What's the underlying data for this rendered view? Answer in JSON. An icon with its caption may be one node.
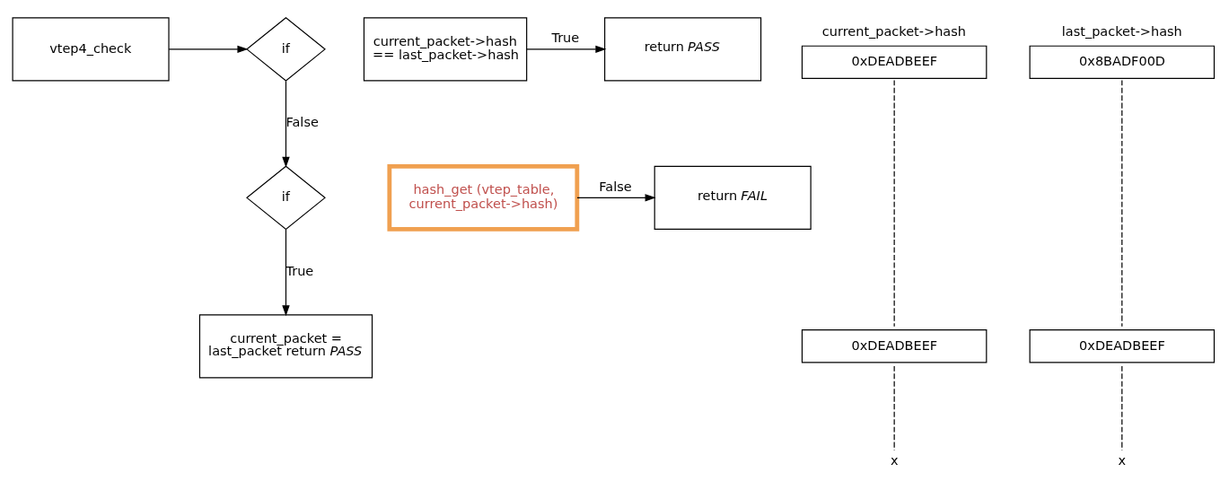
{
  "diagram": {
    "nodes": [
      {
        "text": [
          "vtep4_check"
        ]
      },
      {
        "text": [
          "if"
        ]
      },
      {
        "text": [
          "current_packet->hash == last_packet->hash"
        ]
      },
      {
        "text": [
          "return *PASS*"
        ]
      },
      {
        "text": [
          "if"
        ]
      },
      {
        "text": [
          "hash_get (vtep_table, current_packet->hash)"
        ]
      },
      {
        "text": [
          "return *FAIL*"
        ]
      },
      {
        "text": [
          "current_packet = last_packet return *PASS*"
        ]
      },
      {
        "text": [
          "current_packet->hash",
          "0xDEADBEEF"
        ]
      },
      {
        "text": [
          "last_packet->hash",
          "0x8BADF00D"
        ]
      },
      {
        "text": [
          "0xDEADBEEF"
        ]
      },
      {
        "text": [
          "0xDEADBEEF"
        ]
      },
      {
        "text": [
          "x"
        ]
      },
      {
        "text": [
          "x"
        ]
      }
    ],
    "edges": [
      {
        "from": 0,
        "to": 1,
        "arrow": "to"
      },
      {
        "from": 2,
        "to": 3,
        "arrow": "to",
        "label": "True"
      },
      {
        "from": 1,
        "to": 4,
        "arrow": "to",
        "label": "False"
      },
      {
        "from": 5,
        "to": 6,
        "arrow": "to",
        "label": "False"
      },
      {
        "from": 4,
        "to": 7,
        "arrow": "to",
        "label": "True"
      },
      {
        "from": 8,
        "to": 10,
        "arrow": "none",
        "style": "dashed"
      },
      {
        "from": 10,
        "to": 12,
        "arrow": "none",
        "style": "dashed"
      },
      {
        "from": 9,
        "to": 11,
        "arrow": "none",
        "style": "dashed"
      },
      {
        "from": 11,
        "to": 13,
        "arrow": "none",
        "style": "dashed"
      }
    ]
  }
}
